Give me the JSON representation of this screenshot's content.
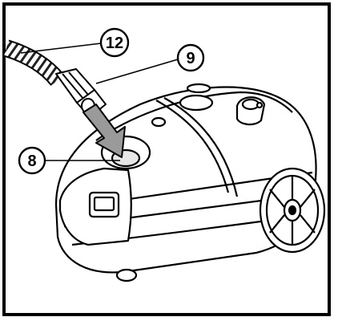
{
  "figure": {
    "colors": {
      "line": "#000000",
      "fill": "#ffffff",
      "arrow_fill": "#9a9a9a",
      "hose_dark": "#7a7a7a"
    },
    "callouts": [
      {
        "id": "hose",
        "label": "12"
      },
      {
        "id": "hose-connector",
        "label": "9"
      },
      {
        "id": "hose-inlet",
        "label": "8"
      }
    ]
  }
}
